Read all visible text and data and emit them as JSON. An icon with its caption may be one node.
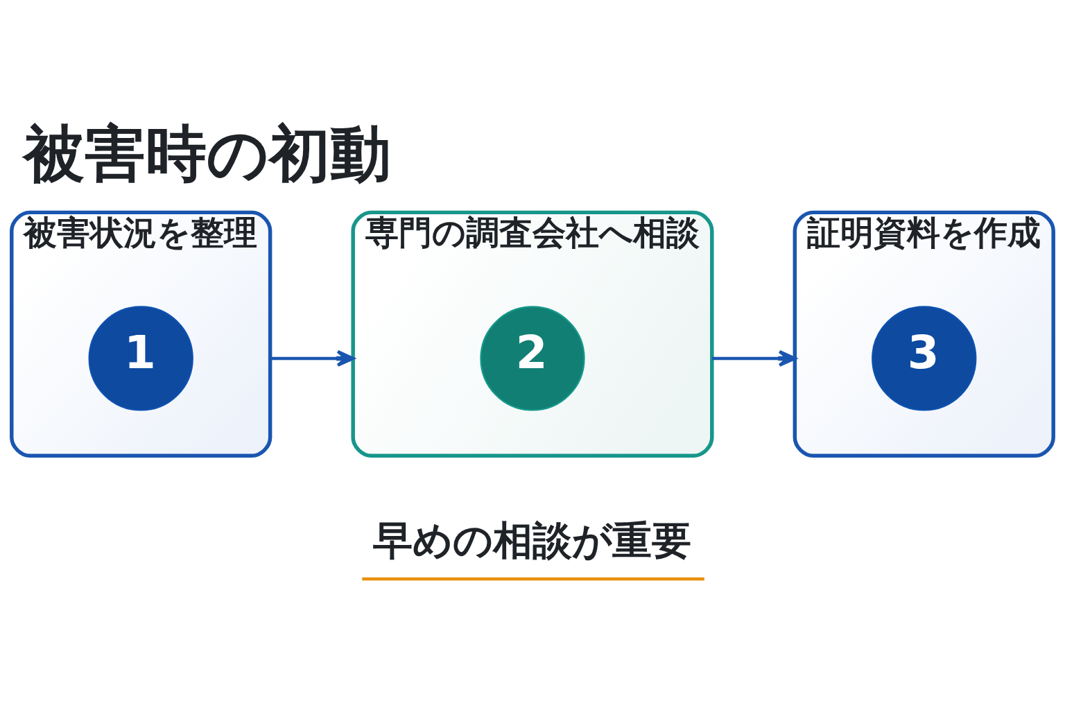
{
  "diagram": {
    "title": "被害時の初動",
    "nodes": [
      {
        "text": [
          "被害状況を整理"
        ]
      },
      {
        "text": [
          "1"
        ],
        "in": 0
      },
      {
        "text": [
          "専門の調査会社へ相談"
        ]
      },
      {
        "text": [
          "2"
        ],
        "in": 2
      },
      {
        "text": [
          "証明資料を作成"
        ]
      },
      {
        "text": [
          "3"
        ],
        "in": 4
      }
    ],
    "edges": [
      {
        "from": 0,
        "to": 2,
        "arrow": "to"
      },
      {
        "from": 2,
        "to": 4,
        "arrow": "to"
      }
    ],
    "labels": [
      "早めの相談が重要"
    ]
  }
}
